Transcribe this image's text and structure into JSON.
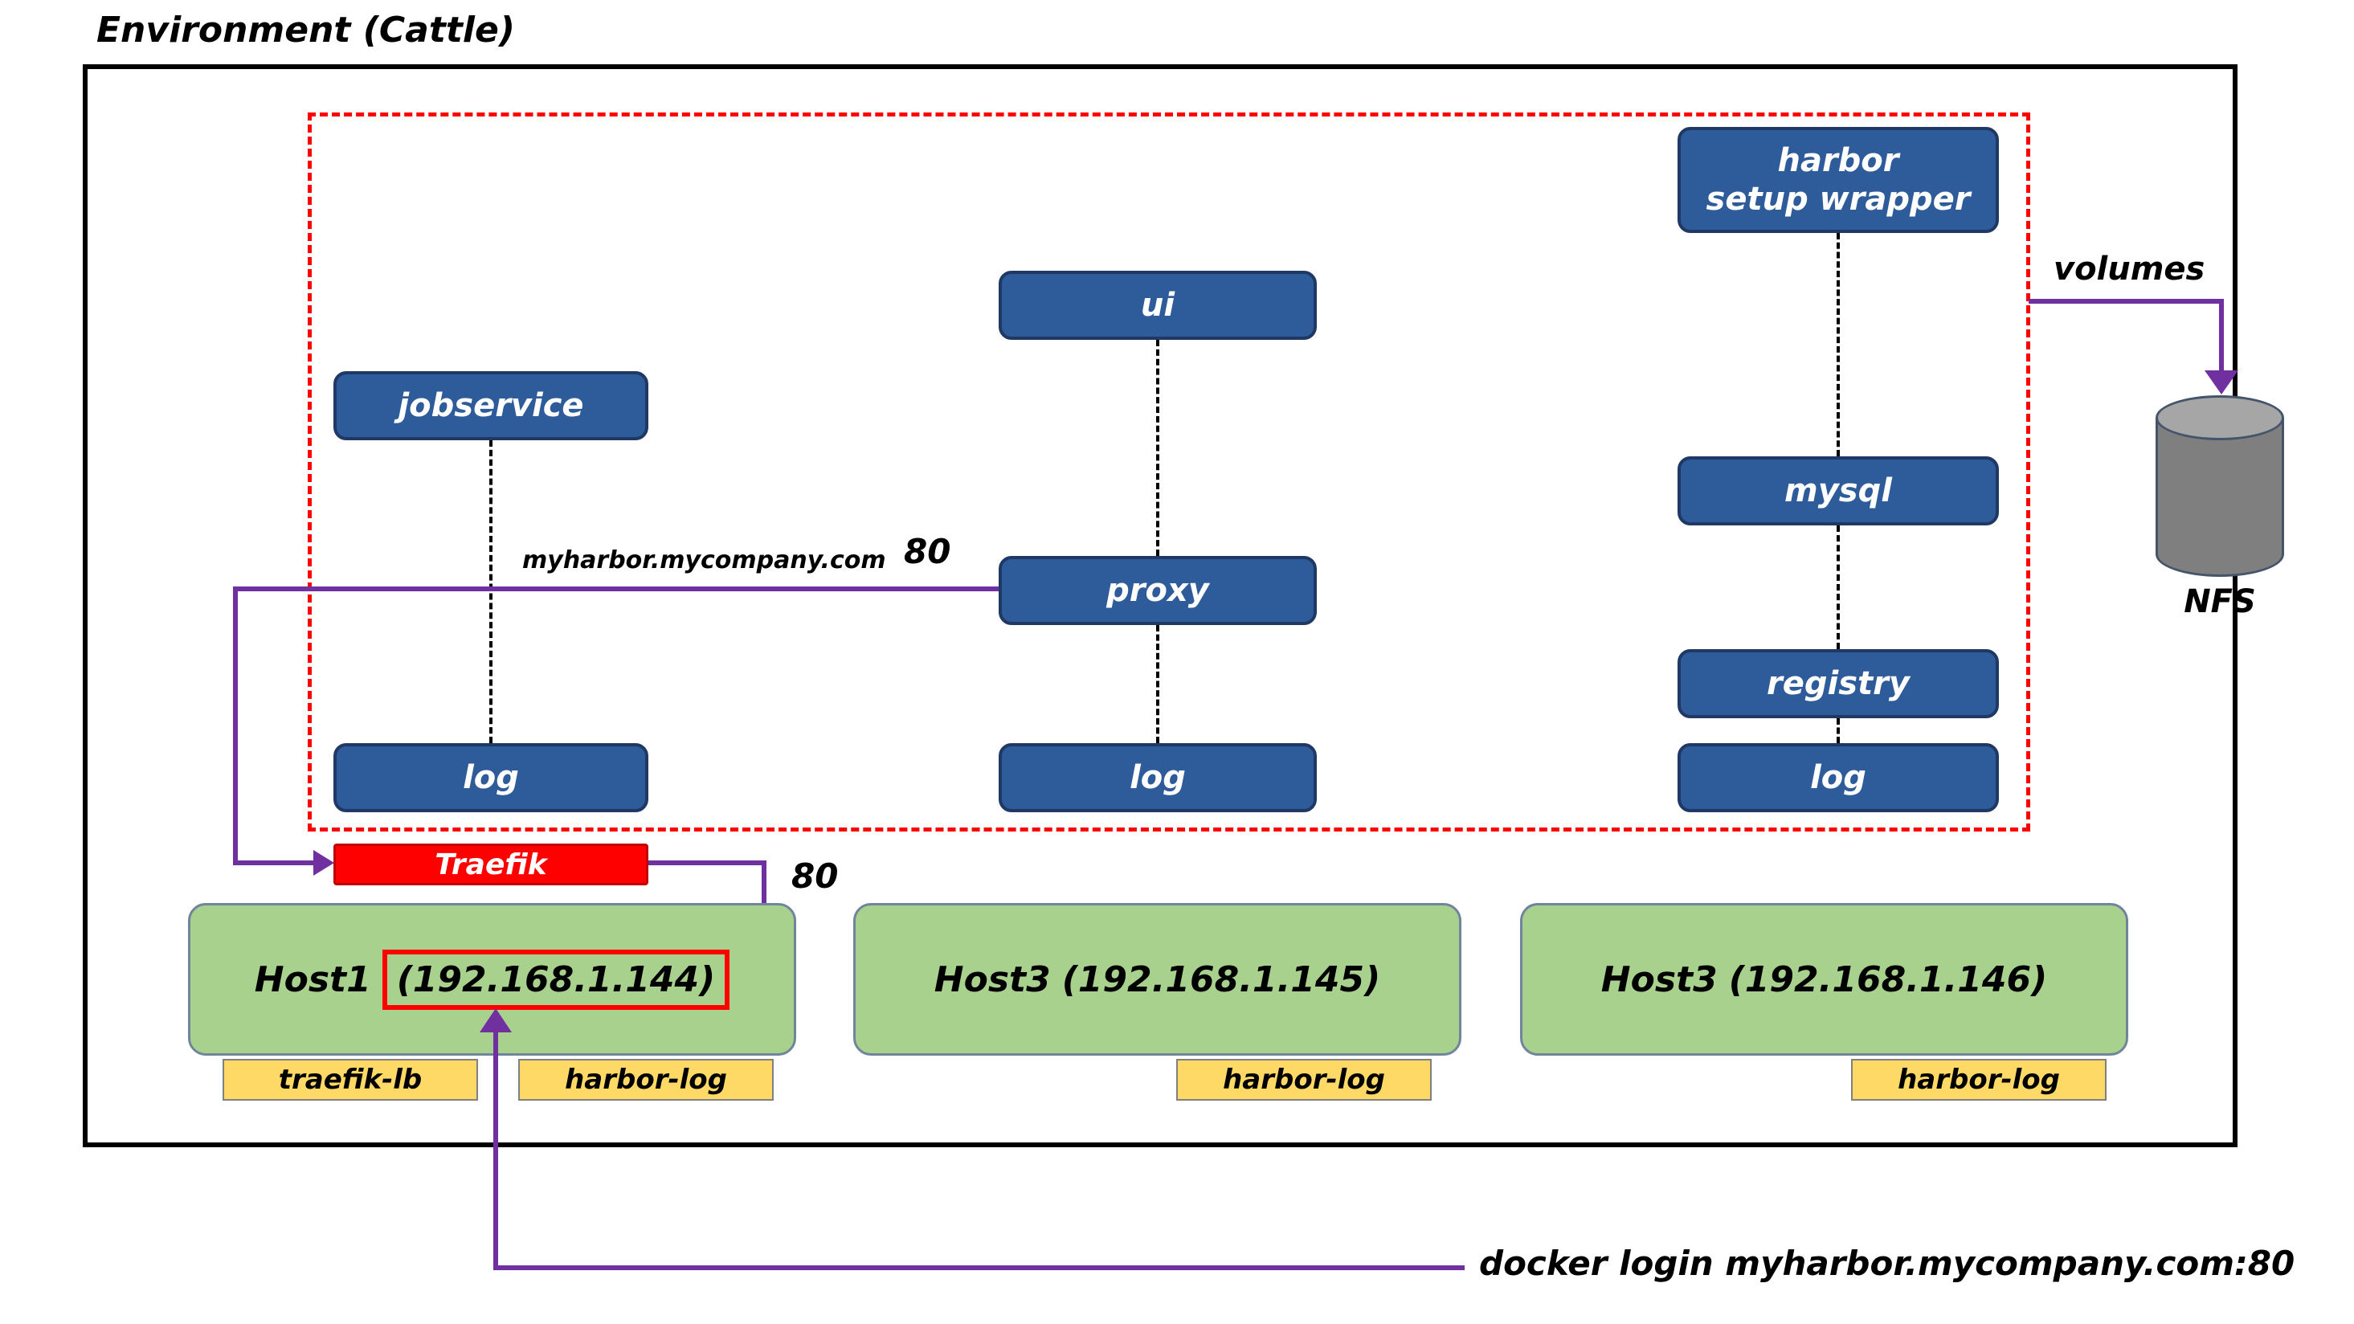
{
  "title": "Environment (Cattle)",
  "services": {
    "jobservice": "jobservice",
    "ui": "ui",
    "proxy": "proxy",
    "mysql": "mysql",
    "registry": "registry",
    "log": "log",
    "harbor_setup_wrapper": {
      "line1": "harbor",
      "line2": "setup wrapper"
    }
  },
  "traefik": {
    "label": "Traefik",
    "port": "80"
  },
  "ingress": {
    "domain": "myharbor.mycompany.com",
    "port": "80"
  },
  "storage": {
    "volumes_label": "volumes",
    "nfs_label": "NFS"
  },
  "hosts": [
    {
      "name": "Host1",
      "ip": "(192.168.1.144)"
    },
    {
      "name": "Host3",
      "ip": "(192.168.1.145)"
    },
    {
      "name": "Host3",
      "ip": "(192.168.1.146)"
    }
  ],
  "host_tags": {
    "traefik_lb": "traefik-lb",
    "harbor_log": "harbor-log"
  },
  "annotations": {
    "docker_login": "docker login myharbor.mycompany.com:80"
  },
  "colors": {
    "service_fill": "#2E5C9A",
    "service_border": "#1F3864",
    "stack_boundary_red": "#FF0000",
    "traefik_red": "#FF0000",
    "host_green": "#A9D18E",
    "tag_yellow": "#FFD966",
    "arrow_purple": "#7030A0",
    "nfs_gray": "#7F7F7F"
  }
}
